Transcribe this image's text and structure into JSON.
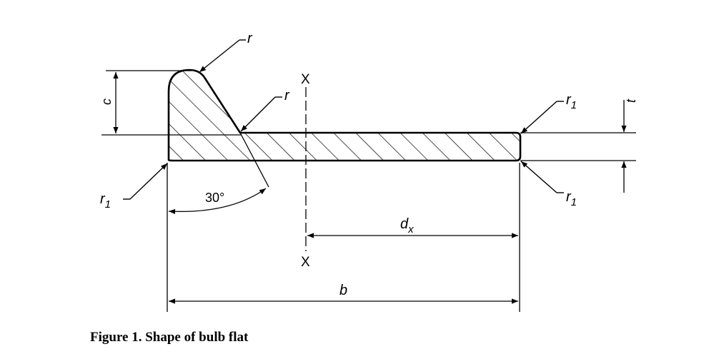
{
  "caption": "Figure 1. Shape of bulb flat",
  "labels": {
    "r_top": "r",
    "r_middle": "r",
    "r1_upper_right": "r",
    "r1_upper_right_sub": "1",
    "r1_lower_right": "r",
    "r1_lower_right_sub": "1",
    "r1_lower_left": "r",
    "r1_lower_left_sub": "1",
    "c": "c",
    "t": "t",
    "angle": "30°",
    "dx": "d",
    "dx_sub": "x",
    "b": "b",
    "axis_top": "X",
    "axis_bottom": "X"
  }
}
